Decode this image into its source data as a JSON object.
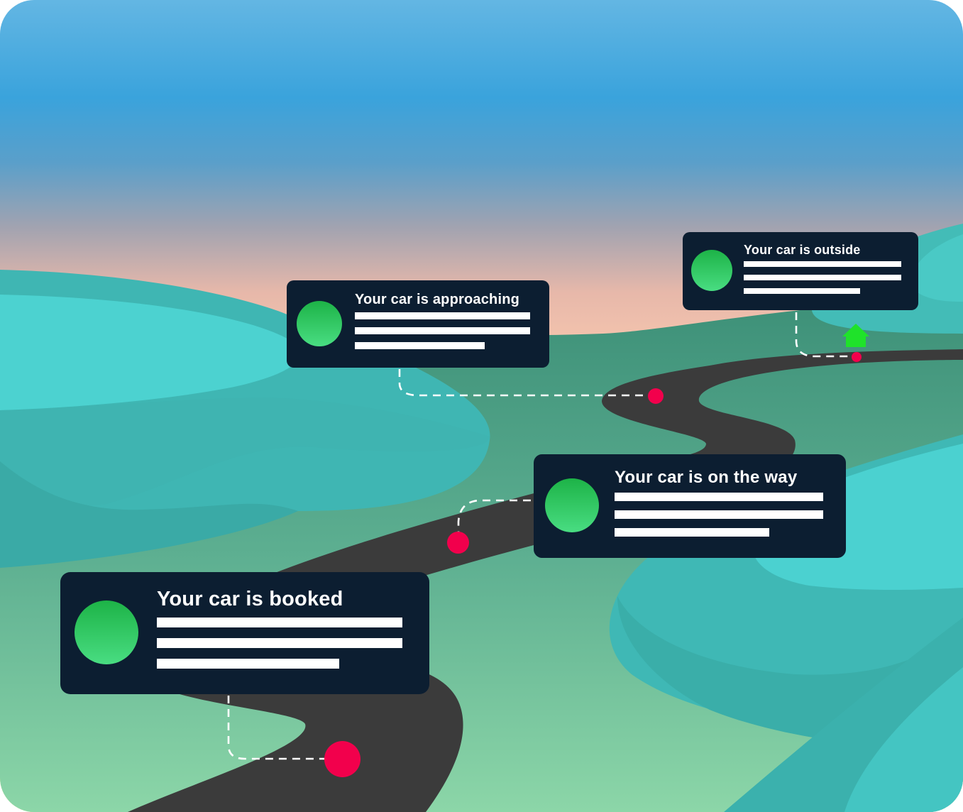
{
  "colors": {
    "card": "#0c1e31",
    "pin": "#f2004c",
    "status_dot": "#2ecc63",
    "home": "#1fe22a",
    "road": "#3b3b3b"
  },
  "icons": {
    "destination": "home-icon",
    "status": "status-dot-icon"
  },
  "cards": [
    {
      "title": "Your car is booked"
    },
    {
      "title": "Your car is on the way"
    },
    {
      "title": "Your car is approaching"
    },
    {
      "title": "Your car is outside"
    }
  ]
}
